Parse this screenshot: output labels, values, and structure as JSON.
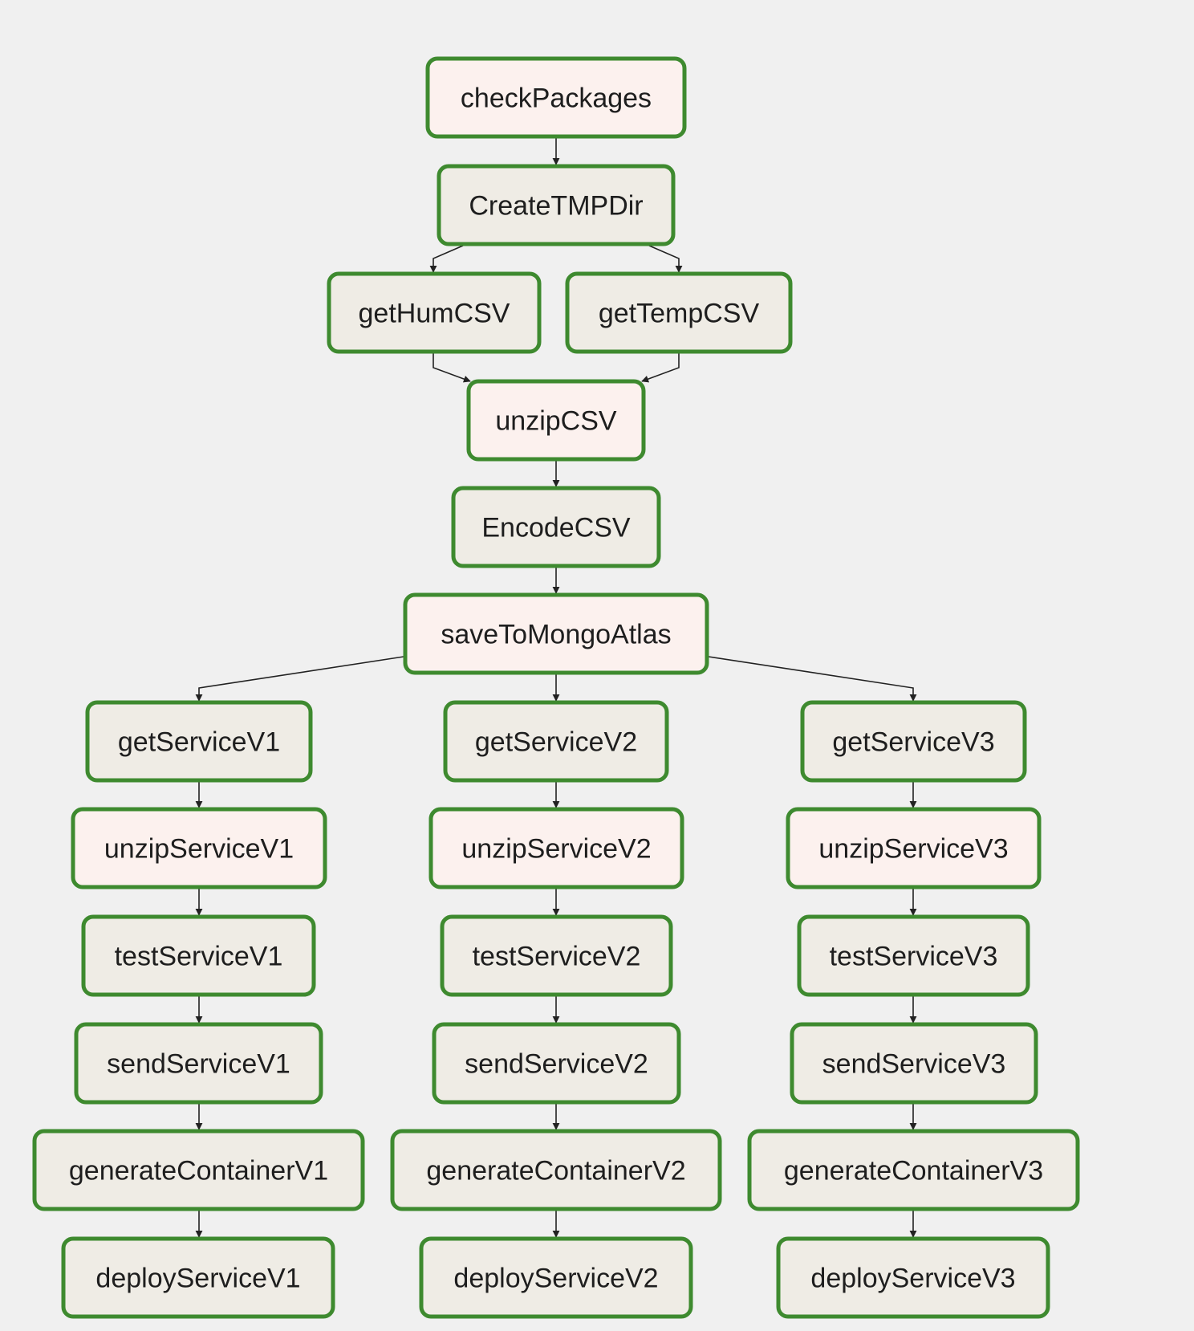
{
  "colors": {
    "background": "#f0f0f0",
    "node_border": "#3e8a2f",
    "node_fill_light": "#efece5",
    "node_fill_pink": "#fcf1ee",
    "edge": "#222222"
  },
  "nodes": [
    {
      "id": "checkPackages",
      "label": "checkPackages",
      "fill": "pink"
    },
    {
      "id": "CreateTMPDir",
      "label": "CreateTMPDir",
      "fill": "light"
    },
    {
      "id": "getHumCSV",
      "label": "getHumCSV",
      "fill": "light"
    },
    {
      "id": "getTempCSV",
      "label": "getTempCSV",
      "fill": "light"
    },
    {
      "id": "unzipCSV",
      "label": "unzipCSV",
      "fill": "pink"
    },
    {
      "id": "EncodeCSV",
      "label": "EncodeCSV",
      "fill": "light"
    },
    {
      "id": "saveToMongoAtlas",
      "label": "saveToMongoAtlas",
      "fill": "pink"
    },
    {
      "id": "getServiceV1",
      "label": "getServiceV1",
      "fill": "light"
    },
    {
      "id": "getServiceV2",
      "label": "getServiceV2",
      "fill": "light"
    },
    {
      "id": "getServiceV3",
      "label": "getServiceV3",
      "fill": "light"
    },
    {
      "id": "unzipServiceV1",
      "label": "unzipServiceV1",
      "fill": "pink"
    },
    {
      "id": "unzipServiceV2",
      "label": "unzipServiceV2",
      "fill": "pink"
    },
    {
      "id": "unzipServiceV3",
      "label": "unzipServiceV3",
      "fill": "pink"
    },
    {
      "id": "testServiceV1",
      "label": "testServiceV1",
      "fill": "light"
    },
    {
      "id": "testServiceV2",
      "label": "testServiceV2",
      "fill": "light"
    },
    {
      "id": "testServiceV3",
      "label": "testServiceV3",
      "fill": "light"
    },
    {
      "id": "sendServiceV1",
      "label": "sendServiceV1",
      "fill": "light"
    },
    {
      "id": "sendServiceV2",
      "label": "sendServiceV2",
      "fill": "light"
    },
    {
      "id": "sendServiceV3",
      "label": "sendServiceV3",
      "fill": "light"
    },
    {
      "id": "generateContainerV1",
      "label": "generateContainerV1",
      "fill": "light"
    },
    {
      "id": "generateContainerV2",
      "label": "generateContainerV2",
      "fill": "light"
    },
    {
      "id": "generateContainerV3",
      "label": "generateContainerV3",
      "fill": "light"
    },
    {
      "id": "deployServiceV1",
      "label": "deployServiceV1",
      "fill": "light"
    },
    {
      "id": "deployServiceV2",
      "label": "deployServiceV2",
      "fill": "light"
    },
    {
      "id": "deployServiceV3",
      "label": "deployServiceV3",
      "fill": "light"
    }
  ],
  "edges": [
    {
      "from": "checkPackages",
      "to": "CreateTMPDir"
    },
    {
      "from": "CreateTMPDir",
      "to": "getHumCSV"
    },
    {
      "from": "CreateTMPDir",
      "to": "getTempCSV"
    },
    {
      "from": "getHumCSV",
      "to": "unzipCSV"
    },
    {
      "from": "getTempCSV",
      "to": "unzipCSV"
    },
    {
      "from": "unzipCSV",
      "to": "EncodeCSV"
    },
    {
      "from": "EncodeCSV",
      "to": "saveToMongoAtlas"
    },
    {
      "from": "saveToMongoAtlas",
      "to": "getServiceV1"
    },
    {
      "from": "saveToMongoAtlas",
      "to": "getServiceV2"
    },
    {
      "from": "saveToMongoAtlas",
      "to": "getServiceV3"
    },
    {
      "from": "getServiceV1",
      "to": "unzipServiceV1"
    },
    {
      "from": "unzipServiceV1",
      "to": "testServiceV1"
    },
    {
      "from": "testServiceV1",
      "to": "sendServiceV1"
    },
    {
      "from": "sendServiceV1",
      "to": "generateContainerV1"
    },
    {
      "from": "generateContainerV1",
      "to": "deployServiceV1"
    },
    {
      "from": "getServiceV2",
      "to": "unzipServiceV2"
    },
    {
      "from": "unzipServiceV2",
      "to": "testServiceV2"
    },
    {
      "from": "testServiceV2",
      "to": "sendServiceV2"
    },
    {
      "from": "sendServiceV2",
      "to": "generateContainerV2"
    },
    {
      "from": "generateContainerV2",
      "to": "deployServiceV2"
    },
    {
      "from": "getServiceV3",
      "to": "unzipServiceV3"
    },
    {
      "from": "unzipServiceV3",
      "to": "testServiceV3"
    },
    {
      "from": "testServiceV3",
      "to": "sendServiceV3"
    },
    {
      "from": "sendServiceV3",
      "to": "generateContainerV3"
    },
    {
      "from": "generateContainerV3",
      "to": "deployServiceV3"
    }
  ]
}
